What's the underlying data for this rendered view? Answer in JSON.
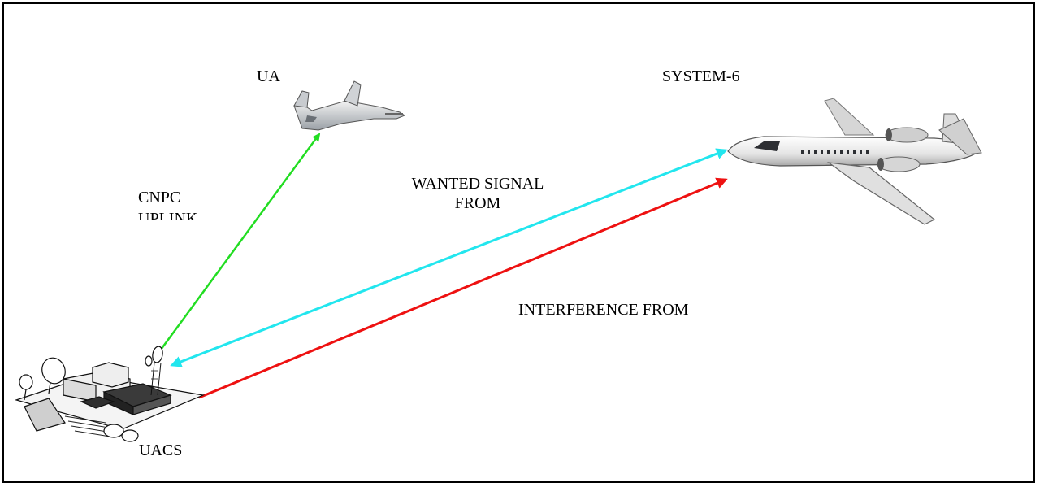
{
  "labels": {
    "ua": "UA",
    "system": "SYSTEM-6",
    "uacs": "UACS",
    "cnpc_line1": "CNPC",
    "cnpc_line2": "UPLINK",
    "wanted_line1": "WANTED SIGNAL",
    "wanted_line2": "FROM",
    "interference": "INTERFERENCE FROM"
  },
  "links": {
    "cnpc_uplink_color": "#22dd22",
    "wanted_signal_color": "#22e6ee",
    "interference_color": "#ee1111"
  },
  "icons": {
    "ua": "uav-aircraft-icon",
    "system": "jet-aircraft-icon",
    "uacs": "ground-control-station-icon"
  }
}
